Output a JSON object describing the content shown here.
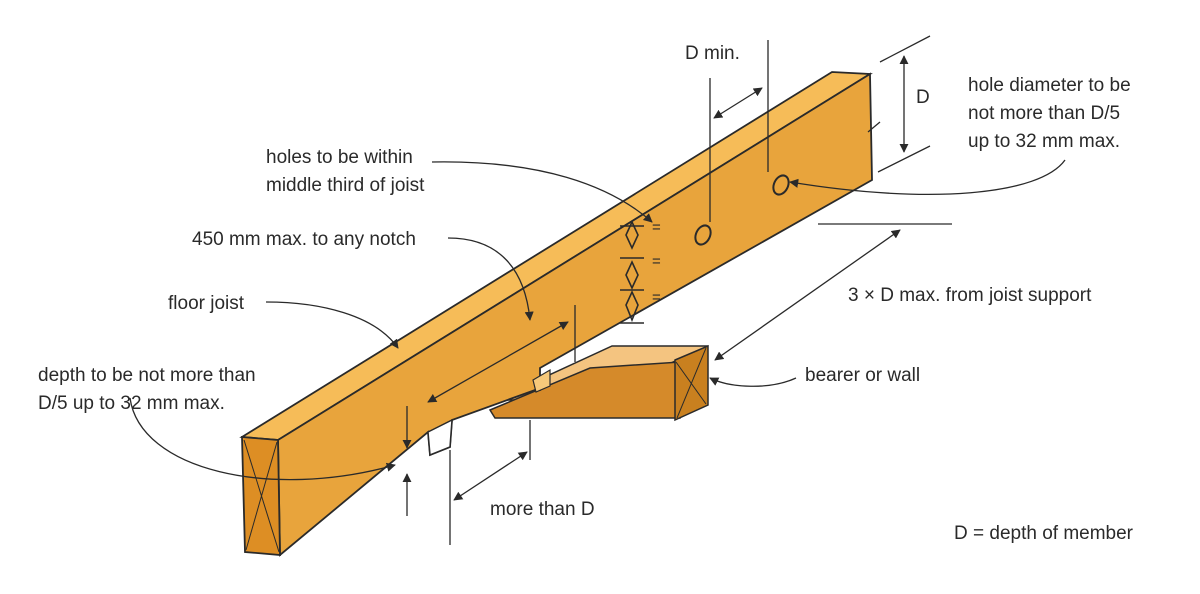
{
  "labels": {
    "d_min": "D min.",
    "d_side": "D",
    "hole_diameter": [
      "hole diameter to be",
      "not more than D/5",
      "up to 32 mm max."
    ],
    "holes_within": [
      "holes to be within",
      "middle third of joist"
    ],
    "notch_distance": "450 mm max. to any notch",
    "floor_joist": "floor joist",
    "depth_notch": [
      "depth to be not more than",
      "D/5 up to 32 mm max."
    ],
    "from_support": "3 × D max. from joist support",
    "bearer": "bearer or wall",
    "more_than_d": "more than D",
    "equal_mark": "=",
    "legend": "D = depth of member"
  },
  "colors": {
    "joist_top": "#F6BC58",
    "joist_side": "#E8A43C",
    "joist_end": "#DD8E24",
    "bearer_top": "#F4C480",
    "bearer_side": "#D58A2A",
    "ink": "#2a2a2a"
  }
}
